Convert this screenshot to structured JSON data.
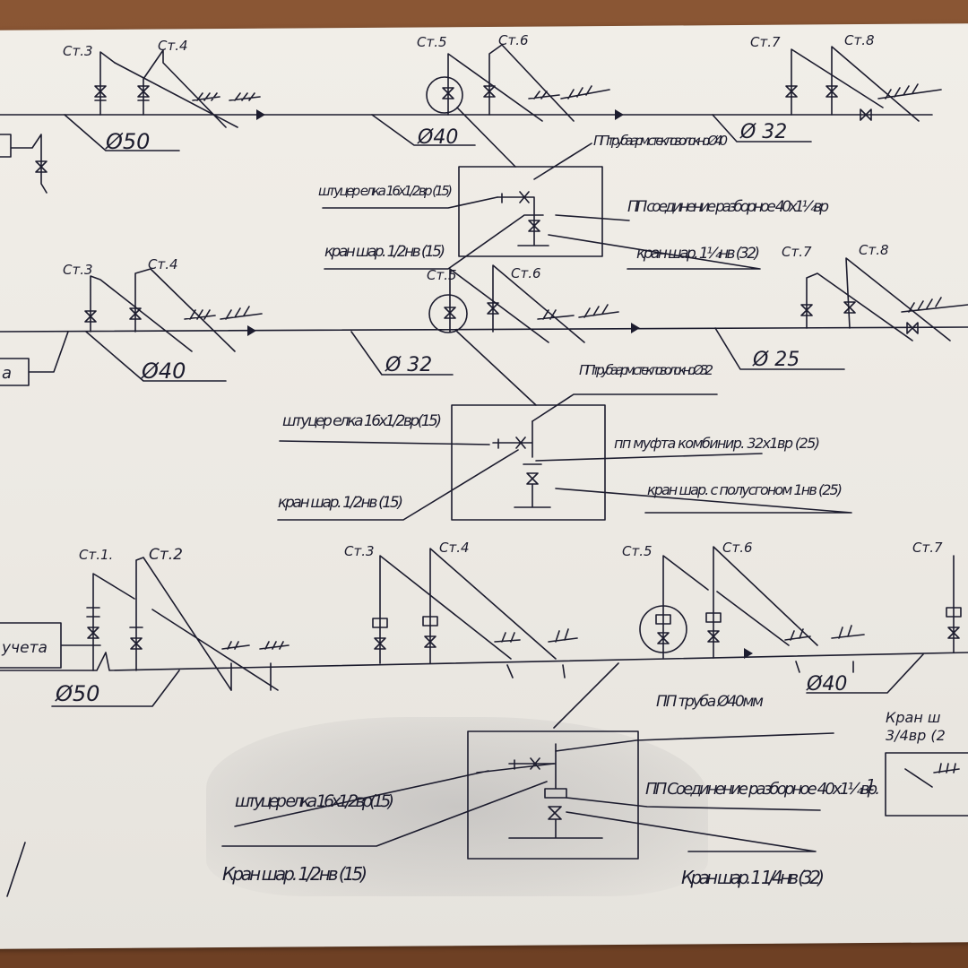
{
  "sections": [
    {
      "riser_labels": [
        "Ст.3",
        "Ст.4",
        "Ст.5",
        "Ст.6",
        "Ст.7",
        "Ст.8"
      ],
      "diameters": [
        "Ø50",
        "Ø40",
        "Ø 32"
      ],
      "detail": {
        "pipe": "ПП труба арм. стекловолокно Ø40",
        "fitting_left": "штуцер елка 16х1/2вр (15)",
        "fitting_right": "ПП соединение разборное 40х1¼вр",
        "valve_left": "кран шар. 1/2нв (15)",
        "valve_right": "кран шар. 1¼нв (32)"
      }
    },
    {
      "riser_labels": [
        "Ст.3",
        "Ст.4",
        "Ст.5",
        "Ст.6",
        "Ст.7",
        "Ст.8"
      ],
      "diameters": [
        "Ø40",
        "Ø 32",
        "Ø 25"
      ],
      "box_fragment": "а",
      "detail": {
        "pipe": "ППтруба арм. стекловолокно Ø32",
        "fitting_left": "штуцер елка 16х1/2вр(15)",
        "fitting_right": "пп муфта комбинир. 32х1вр (25)",
        "valve_left": "кран шар. 1/2нв (15)",
        "valve_right": "кран шар. с полусгоном 1нв (25)"
      }
    },
    {
      "riser_labels": [
        "Ст.1.",
        "Ст.2",
        "Ст.3",
        "Ст.4",
        "Ст.5",
        "Ст.6",
        "Ст.7"
      ],
      "diameters": [
        "Ø50",
        "Ø40"
      ],
      "box_fragment": "учета",
      "detail": {
        "pipe": "ПП труба Ø40мм",
        "fitting_left": "штуцер елка 16х1/2вр(15)",
        "fitting_right": "ПП Соединение разборное 40х1¼вр.",
        "valve_left": "Кран шар. 1/2нв (15)",
        "valve_right": "Кран шар. 1 1/4нв (32)",
        "cut_note_1": "Кран ш",
        "cut_note_2": "3/4вр (2",
        "margin_mark": "1"
      }
    }
  ]
}
